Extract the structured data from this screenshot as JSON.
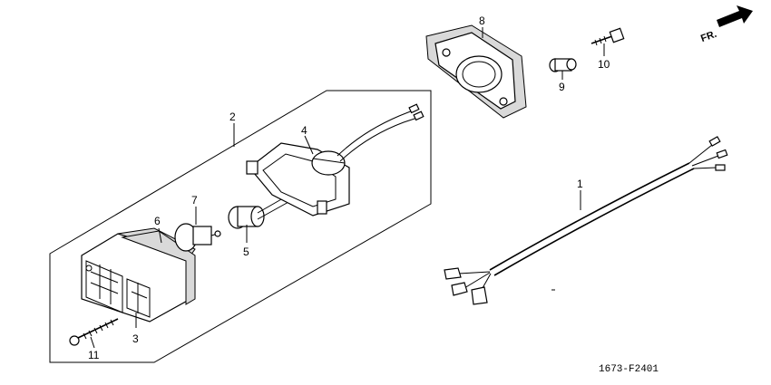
{
  "callouts": {
    "c1": "1",
    "c2": "2",
    "c3": "3",
    "c4": "4",
    "c5": "5",
    "c6": "6",
    "c7": "7",
    "c8": "8",
    "c9": "9",
    "c10": "10",
    "c11": "11"
  },
  "direction_label": "FR.",
  "drawing_code": "1673-F2401"
}
